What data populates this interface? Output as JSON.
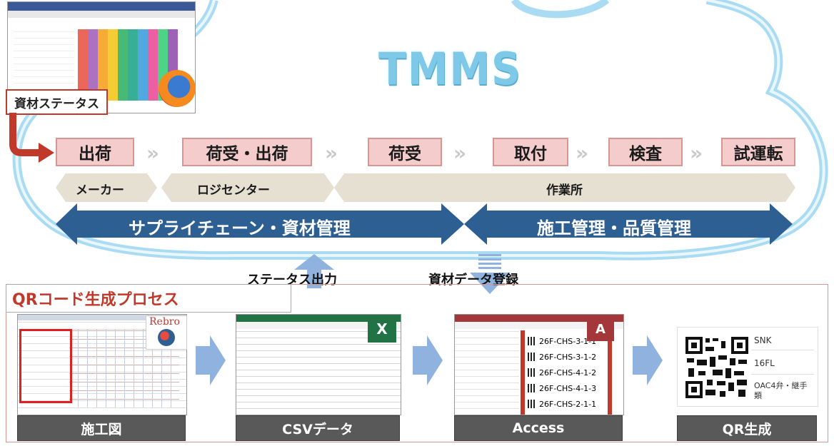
{
  "diagram": {
    "title": "TMMS",
    "status_tag": "資材ステータス",
    "stages": [
      "出荷",
      "荷受・出荷",
      "荷受",
      "取付",
      "検査",
      "試運転"
    ],
    "roles": [
      "メーカー",
      "ロジセンター",
      "作業所"
    ],
    "bands": [
      "サプライチェーン・資材管理",
      "施工管理・品質管理"
    ],
    "flows": {
      "status_output": "ステータス出力",
      "material_register": "資材データ登録"
    },
    "process": {
      "title": "QRコード生成プロセス",
      "steps": [
        "施工図",
        "CSVデータ",
        "Access",
        "QR生成"
      ],
      "rebro_label": "Rebro",
      "excel_letter": "X",
      "access_letter": "A",
      "access_records": [
        "26F-CHS-3-1-1",
        "26F-CHS-3-1-2",
        "26F-CHS-4-1-2",
        "26F-CHS-4-1-3",
        "26F-CHS-2-1-1"
      ],
      "qr_fields": [
        "SNK",
        "16FL",
        "OAC4弁・継手類"
      ]
    }
  },
  "colors": {
    "cloud_outline": "#a9dcf2",
    "stage_fill": "#f4cccc",
    "stage_border": "#d99594",
    "band_blue": "#2e5f93",
    "role_band": "#e6e0d2",
    "accent_red": "#c0392b",
    "label_bar": "#595959",
    "arrow_blue": "#8fb3de"
  }
}
